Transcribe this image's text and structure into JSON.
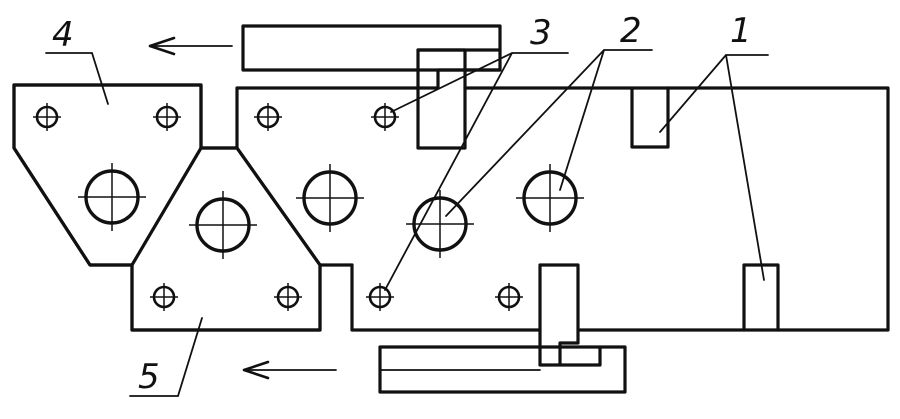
{
  "labels": {
    "l1": "1",
    "l2": "2",
    "l3": "3",
    "l4": "4",
    "l5": "5"
  },
  "colors": {
    "line": "#111111",
    "background": "#ffffff"
  }
}
